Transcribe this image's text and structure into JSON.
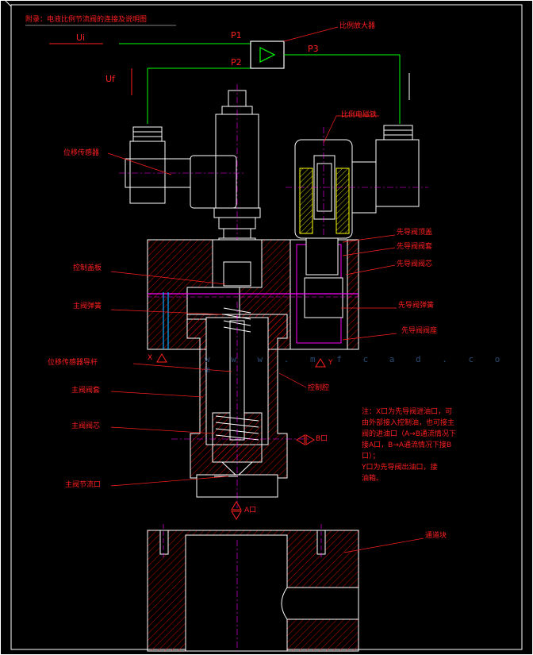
{
  "title": "附录：电液比例节流阀的连接及说明图",
  "signals": {
    "ui": "Ui",
    "uf": "Uf",
    "p1": "P1",
    "p2": "P2",
    "p3": "P3"
  },
  "labels": {
    "amplifier": "比例放大器",
    "solenoid": "比例电磁铁",
    "displacement_sensor": "位移传感器",
    "pilot_top_cover": "先导阀顶盖",
    "pilot_sleeve": "先导阀阀套",
    "pilot_spool": "先导阀阀芯",
    "control_cover": "控制盖板",
    "main_spring": "主阀弹簧",
    "pilot_spring": "先导阀弹簧",
    "pilot_seat": "先导阀阀座",
    "sensor_rod": "位移传感器导杆",
    "control_chamber": "控制腔",
    "main_sleeve": "主阀阀套",
    "main_spool": "主阀阀芯",
    "main_orifice": "主阀节流口",
    "manifold": "通道块",
    "port_x": "X",
    "port_y": "Y",
    "port_b": "B口",
    "port_a": "A口"
  },
  "note": [
    "注：X口为先导阀进油口，可",
    "由外部接入控制油，也可接主",
    "阀的进油口（A→B通流情况下",
    "接A口，B→A通流情况下接B",
    "口）；",
    "    Y口为先导阀出油口，接",
    "油箱。"
  ],
  "watermark": "w w w . m f c a d . c o m",
  "colors": {
    "outline": "#ffffff",
    "label": "#ff2020",
    "center": "#ff00ff",
    "wire": "#00ff00",
    "coil": "#ffff00",
    "hatch": "#ff0000",
    "pilot": "#ff00ff"
  }
}
